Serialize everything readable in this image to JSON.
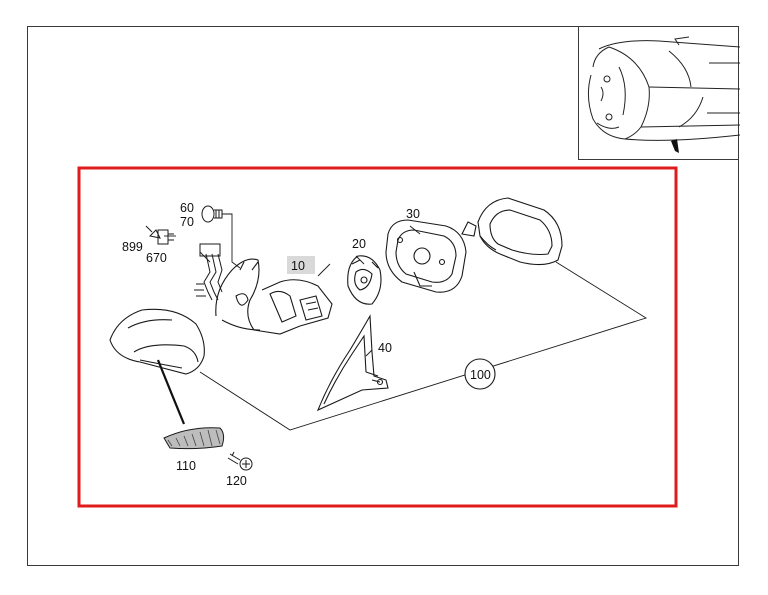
{
  "callouts": {
    "c10": "10",
    "c20": "20",
    "c30": "30",
    "c40": "40",
    "c60": "60",
    "c70": "70",
    "c100": "100",
    "c110": "110",
    "c120": "120",
    "c670": "670",
    "c899": "899"
  },
  "colors": {
    "highlight_border": "#e01b1b",
    "line": "#1a1a1a",
    "label_highlight": "#d9d9d9"
  },
  "icons": {
    "thumbnail": "car-top-view-icon",
    "mirror_assembly": "door-mirror-icon"
  }
}
